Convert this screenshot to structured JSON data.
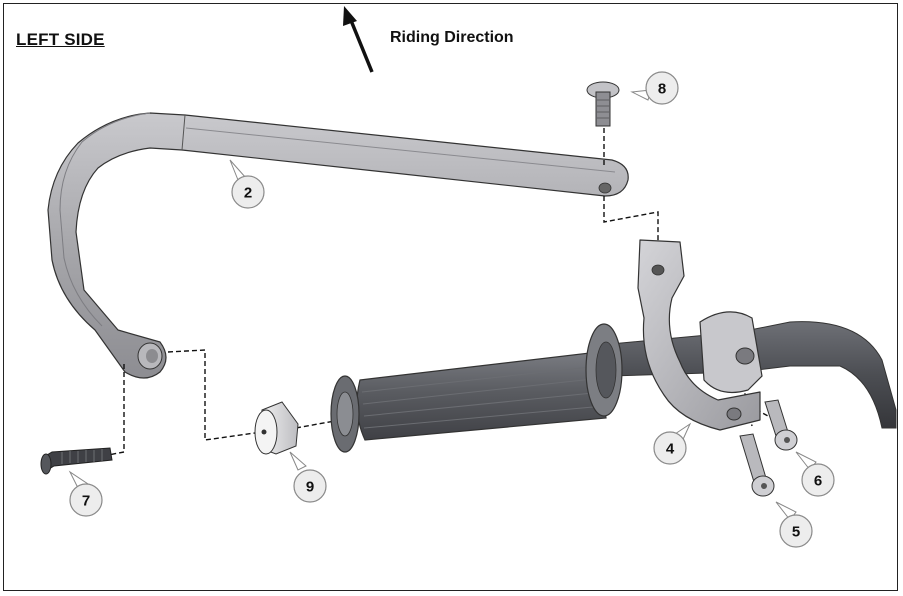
{
  "diagram": {
    "side_title": "LEFT SIDE",
    "direction_label": "Riding Direction",
    "callouts": [
      {
        "label": "2"
      },
      {
        "label": "8"
      },
      {
        "label": "9"
      },
      {
        "label": "7"
      },
      {
        "label": "4"
      },
      {
        "label": "6"
      },
      {
        "label": "5"
      }
    ],
    "parts": {
      "handguard_bar": "handguard-bar",
      "top_bolt": "countersunk-bolt",
      "spacer": "cylindrical-spacer",
      "long_bolt": "long-countersunk-bolt",
      "clamp": "handlebar-clamp",
      "short_bolts": "button-head-bolts",
      "grip": "handlebar-grip",
      "handlebar": "handlebar"
    },
    "colors": {
      "part_gray": "#a9a9ad",
      "dark_part": "#55575c",
      "outline": "#333333"
    }
  }
}
